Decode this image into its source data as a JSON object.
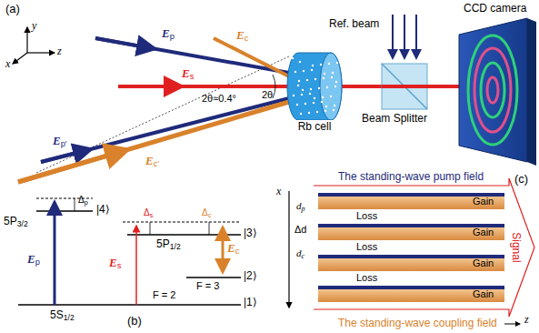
{
  "diagram": {
    "nodes": [
      {
        "text": [
          "Rb cell"
        ]
      }
    ],
    "labels": [
      "(a)",
      "y",
      "x",
      "z",
      "Ep",
      "Ec",
      "Es",
      "2θ",
      "Ep′",
      "Ec′",
      "2θ≈0.4°",
      "Ref. beam",
      "Beam Splitter",
      "CCD camera",
      "(b)",
      "5P3/2",
      "Δp",
      "|4⟩",
      "Ep",
      "5P1/2",
      "Δs",
      "Δc",
      "|3⟩",
      "Es",
      "Ec",
      "|2⟩",
      "F = 3",
      "F = 2",
      "5S1/2",
      "|1⟩",
      "(c)",
      "x",
      "The standing-wave pump field",
      "dp",
      "Δd",
      "dc",
      "Loss",
      "Loss",
      "Loss",
      "Gain",
      "Gain",
      "Gain",
      "Gain",
      "Signal",
      "The standing-wave coupling field",
      "z"
    ]
  }
}
